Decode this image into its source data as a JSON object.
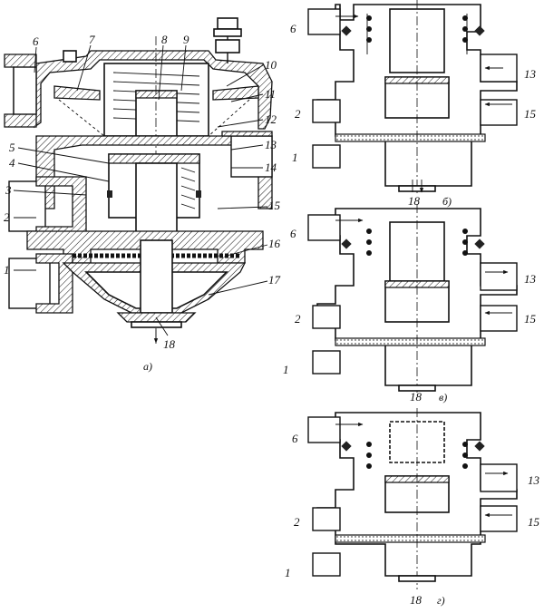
{
  "figure": {
    "captions": {
      "a": "а)",
      "b": "б)",
      "v": "в)",
      "g": "г)"
    },
    "labels_main": [
      "1",
      "2",
      "3",
      "4",
      "5",
      "6",
      "7",
      "8",
      "9",
      "10",
      "11",
      "12",
      "13",
      "14",
      "15",
      "16",
      "17",
      "18"
    ],
    "labels_b": [
      "6",
      "13",
      "2",
      "15",
      "1",
      "18"
    ],
    "labels_v": [
      "6",
      "13",
      "2",
      "15",
      "1",
      "18"
    ],
    "labels_g": [
      "6",
      "13",
      "2",
      "15",
      "1",
      "18"
    ]
  }
}
